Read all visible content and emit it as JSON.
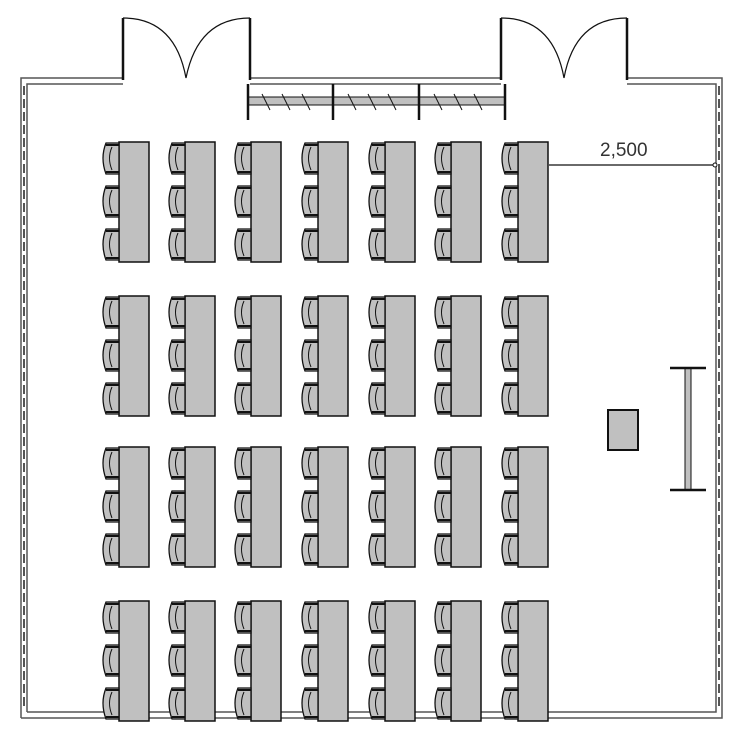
{
  "plan": {
    "dimension_label": "2,500",
    "desk_rows": 4,
    "desk_columns": 7,
    "chairs_per_desk": 3
  },
  "colors": {
    "desk_fill": "#c0c0c0",
    "line": "#111111",
    "wall": "#555555",
    "background": "#ffffff"
  }
}
